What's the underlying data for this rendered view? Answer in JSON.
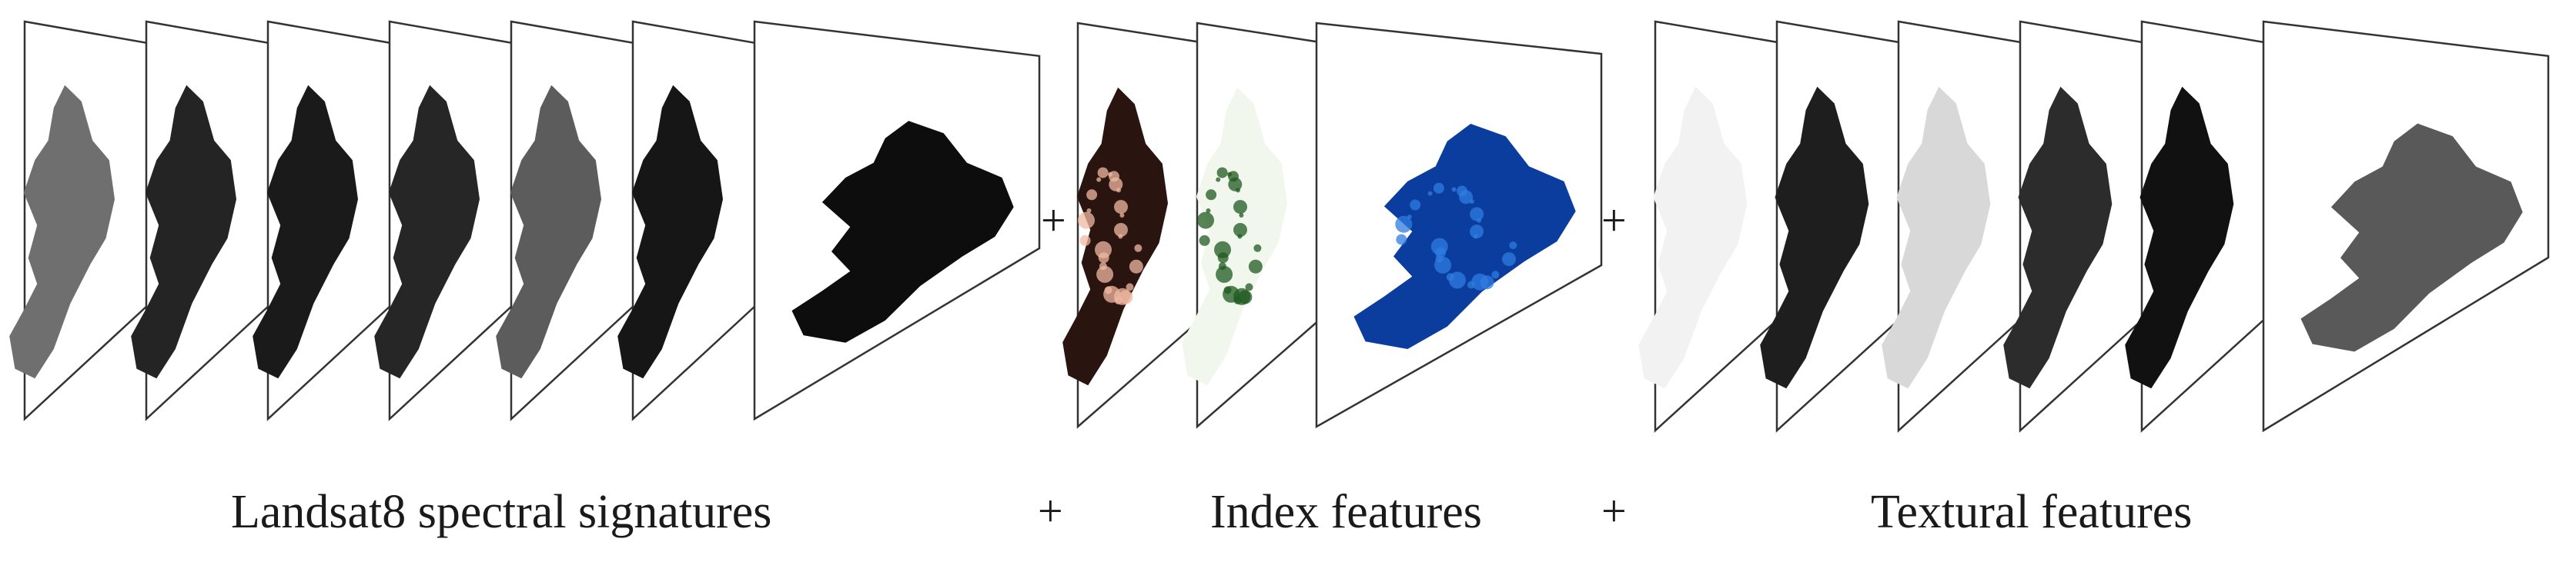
{
  "figure": {
    "groups": [
      {
        "caption": "Landsat8 spectral signatures",
        "layer_count": 7,
        "fill_colors": [
          "#6f6f6f",
          "#242424",
          "#1a1a1a",
          "#262626",
          "#5c5c5c",
          "#161616",
          "#0d0d0d"
        ]
      },
      {
        "caption": "Index features",
        "layer_count": 3,
        "fill_colors": [
          "#2a1410",
          "#f2f7ee",
          "#0b3d9e"
        ],
        "accent_colors": [
          "#f0b8a0",
          "#1f5a1f",
          "#2f7ce0"
        ]
      },
      {
        "caption": "Textural features",
        "layer_count": 6,
        "fill_colors": [
          "#f2f2f2",
          "#1e1e1e",
          "#d8d8d8",
          "#2c2c2c",
          "#111111",
          "#595959"
        ]
      }
    ],
    "operators": [
      "+",
      "+"
    ]
  }
}
